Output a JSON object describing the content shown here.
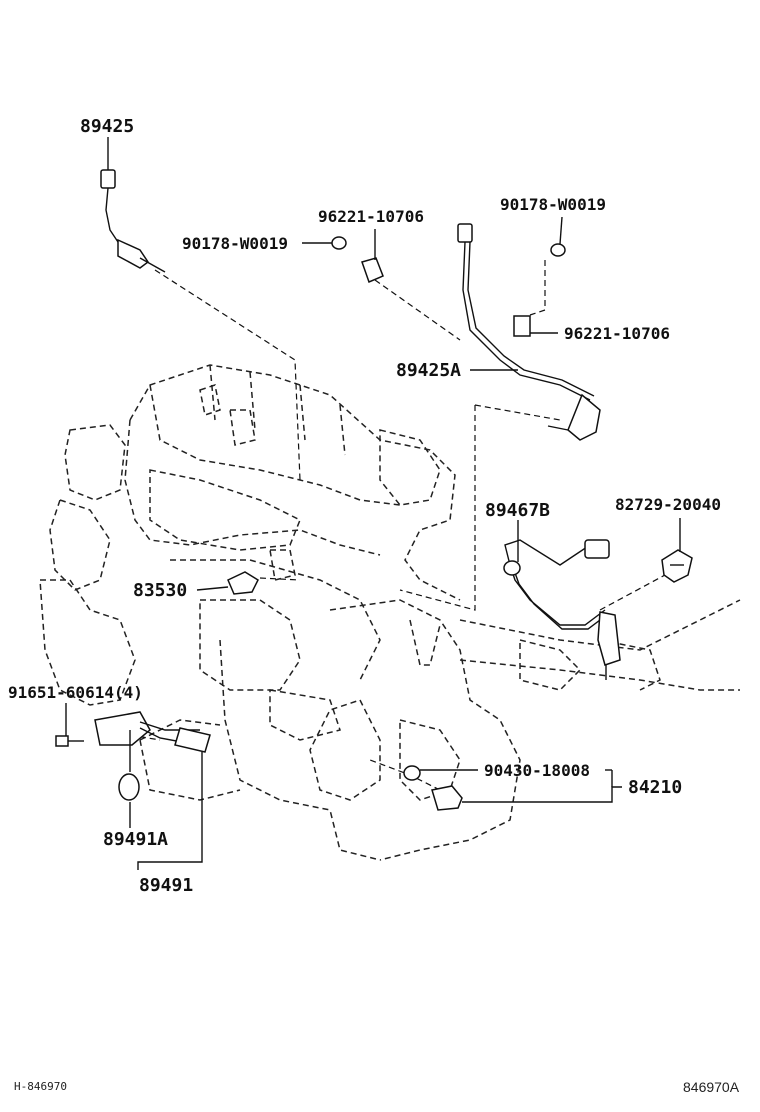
{
  "labels": {
    "p89425": "89425",
    "p96221_top": "96221-10706",
    "p90178_left": "90178-W0019",
    "p90178_right": "90178-W0019",
    "p96221_right": "96221-10706",
    "p89425A": "89425A",
    "p89467B": "89467B",
    "p82729": "82729-20040",
    "p83530": "83530",
    "p91651": "91651-60614(4)",
    "p90430": "90430-18008",
    "p84210": "84210",
    "p89491A": "89491A",
    "p89491": "89491"
  },
  "footer": {
    "left": "H-846970",
    "right": "846970A"
  }
}
